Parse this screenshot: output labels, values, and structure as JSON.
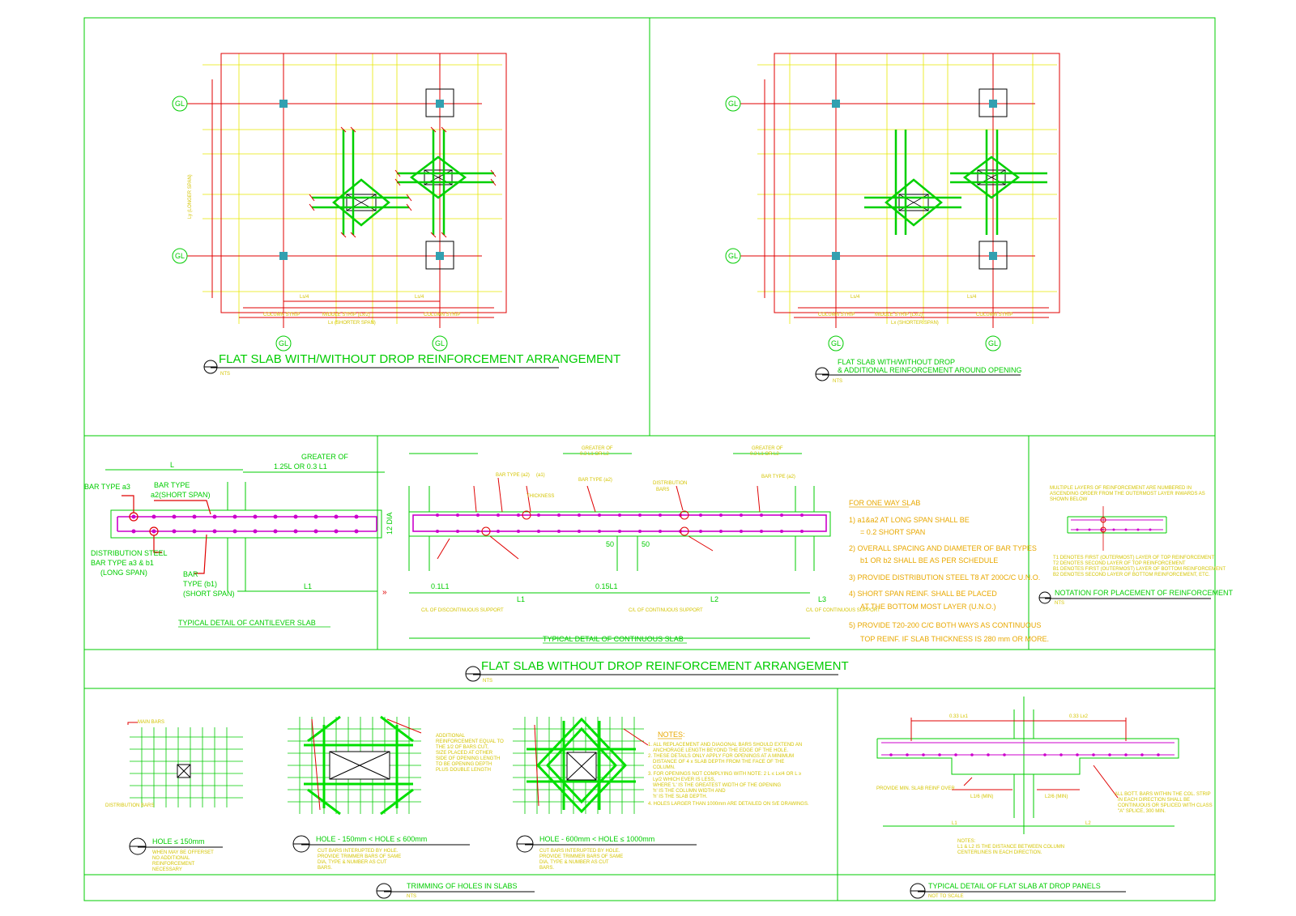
{
  "colors": {
    "frame": "#00cc00",
    "grid": "#e8e800",
    "rebar_red": "#e00000",
    "rebar_green": "#00d000",
    "rebar_magenta": "#cc00cc",
    "column_fill": "#33a0b0",
    "note_text": "#d4c400"
  },
  "panels": {
    "plan1": {
      "title": "FLAT SLAB WITH/WITHOUT DROP REINFORCEMENT ARRANGEMENT",
      "scale": "NTS",
      "gridline": "GL",
      "dim_quarter": "Ls/4",
      "column_strip": "COLUMN STRIP",
      "middle_strip": "MIDDLE STRIP (Lx/2)",
      "lx_span": "Lx (SHORTER SPAN)",
      "ly_span": "Ly (LONGER SPAN)"
    },
    "plan2": {
      "title_line1": "FLAT SLAB WITH/WITHOUT DROP",
      "title_line2": "& ADDITIONAL REINFORCEMENT AROUND OPENING",
      "scale": "NTS",
      "gridline": "GL",
      "dim_quarter": "Ls/4",
      "column_strip": "COLUMN STRIP",
      "middle_strip": "MIDDLE STRIP (Lx/2)",
      "lx_span": "Lx (SHORTER SPAN)"
    },
    "cantilever": {
      "dim_L": "L",
      "greater_of": "GREATER OF",
      "greater_of_value": "1.25L OR 0.3 L1",
      "bar_type_a3": "BAR TYPE a3",
      "bar_type_label": "BAR TYPE",
      "bar_type_a2": "a2(SHORT SPAN)",
      "dia": "12 DIA",
      "distribution_steel": "DISTRIBUTION STEEL",
      "dist_bar_type": "BAR TYPE a3 & b1",
      "long_span": "(LONG SPAN)",
      "bar": "BAR",
      "type_b1": "TYPE (b1)",
      "short_span": "(SHORT SPAN)",
      "dim_L1": "L1",
      "title": "TYPICAL DETAIL OF CANTILEVER SLAB"
    },
    "continuous": {
      "greater_of": "GREATER OF",
      "greater_of_value": "0.3 L1 OR L2",
      "dim_L1": "L1",
      "dim_L2": "L2",
      "dim_L3": "L3",
      "dim_01L1": "0.1L1",
      "dim_015L1": "0.15L1",
      "dim_50": "50",
      "bar_type_a2": "BAR TYPE (a2)",
      "bar_type_a1": "(a1)",
      "distribution": "DISTRIBUTION",
      "bars": "BARS",
      "thickness": "THICKNESS",
      "support1": "C/L OF DISCONTINUOUS SUPPORT",
      "support2": "C/L OF CONTINUOUS SUPPORT",
      "support3": "C/L OF CONTINUOUS SUPPORT",
      "title": "TYPICAL DETAIL OF CONTINUOUS SLAB"
    },
    "notes_one_way": {
      "heading": "FOR ONE WAY SLAB",
      "items": [
        "1) a1&a2 AT LONG SPAN SHALL BE",
        "= 0.2 SHORT SPAN",
        "2) OVERALL SPACING AND DIAMETER OF BAR TYPES",
        "b1 OR b2 SHALL BE AS PER SCHEDULE",
        "3) PROVIDE DISTRIBUTION STEEL T8 AT 200C/C U.N.O.",
        "4) SHORT SPAN REINF. SHALL BE PLACED",
        "AT THE BOTTOM MOST LAYER (U.N.O.)",
        "5) PROVIDE T20-200 C/C BOTH WAYS AS CONTINUOUS",
        "TOP REINF. IF SLAB THICKNESS IS 280 mm OR MORE."
      ]
    },
    "notation": {
      "intro": [
        "MULTIPLE LAYERS OF REINFORCEMENT ARE NUMBERED IN",
        "ASCENDING ORDER FROM THE OUTERMOST LAYER INWARDS AS",
        "SHOWN BELOW"
      ],
      "legend": [
        "T1 DENOTES FIRST (OUTERMOST) LAYER OF TOP REINFORCEMENT",
        "T2 DENOTES SECOND LAYER OF TOP REINFORCEMENT",
        "B1 DENOTES FIRST (OUTERMOST) LAYER OF BOTTOM REINFORCEMENT",
        "B2 DENOTES SECOND LAYER OF BOTTOM REINFORCEMENT, ETC."
      ],
      "title": "NOTATION FOR PLACEMENT OF REINFORCEMENT",
      "scale": "NTS"
    },
    "band_title": "FLAT SLAB WITHOUT DROP REINFORCEMENT ARRANGEMENT",
    "band_scale": "NTS",
    "holes": {
      "hole1_title": "HOLE ≤ 150mm",
      "hole1_note": [
        "WHEN MAY BE OFFERSET",
        "NO ADDITIONAL",
        "REINFORCEMENT",
        "NECESSARY"
      ],
      "hole1_label": "MAIN BARS",
      "hole1_dist": "DISTRIBUTION BARS",
      "hole2_title": "HOLE - 150mm < HOLE ≤ 600mm",
      "hole2_note": [
        "CUT BARS INTERUPTED BY HOLE.",
        "PROVIDE TRIMMER BARS OF SAME",
        "DIA, TYPE & NUMBER AS CUT",
        "BARS."
      ],
      "hole2_side": [
        "ADDITIONAL",
        "REINFORCEMENT EQUAL TO",
        "THE 1/2 OF BARS CUT,",
        "SIZE PLACED AT OTHER",
        "SIDE OF OPENING LENGTH",
        "TO BE OPENING DEPTH",
        "PLUS DOUBLE LENGTH"
      ],
      "hole3_title": "HOLE - 600mm < HOLE ≤ 1000mm",
      "hole3_note": [
        "CUT BARS INTERUPTED BY HOLE.",
        "PROVIDE TRIMMER BARS OF SAME",
        "DIA, TYPE & NUMBER AS CUT",
        "BARS."
      ],
      "notes_heading": "NOTES:",
      "notes": [
        "1. ALL REPLACEMENT AND DIAGONAL BARS SHOULD EXTEND AN",
        "ANCHORAGE LENGTH BEYOND THE EDGE OF THE HOLE.",
        "2. THESE DETAILS ONLY APPLY FOR OPENINGS AT A MINIMUM",
        "DISTANCE OF 4 x SLAB DEPTH FROM THE FACE OF THE",
        "COLUMN.",
        "3. FOR OPENINGS NOT COMPLYING WITH NOTE: 2 L ≤ Lx/4 OR L ≥",
        "Ly/2 WHICH EVER IS LESS,",
        "WHERE 'L' IS THE GREATEST WIDTH OF THE OPENING",
        "'h' IS THE COLUMN WIDTH AND",
        "'h' IS THE SLAB DEPTH.",
        "4. HOLES LARGER THAN 1000mm ARE DETAILED ON S/E DRAWINGS."
      ],
      "title": "TRIMMING OF HOLES IN SLABS",
      "scale": "NTS"
    },
    "drop_panels": {
      "dim_left": "0.33 Lx1",
      "dim_right": "0.33 Lx2",
      "drop_left": "L1/6 (MIN)",
      "drop_right": "L2/6 (MIN)",
      "provide_note": "PROVIDE MIN. SLAB REINF OVER",
      "right_note": [
        "ALL BOTT. BARS WITHIN THE COL. STRIP",
        "IN EACH DIRECTION SHALL BE",
        "CONTINUOUS OR SPLICED WITH CLASS",
        "\"A\" SPLICE, 300 MIN."
      ],
      "l1": "L1",
      "l2": "L2",
      "notes": [
        "NOTES:",
        "L1 & L2 IS THE DISTANCE BETWEEN COLUMN",
        "CENTERLINES IN EACH DIRECTION."
      ],
      "title": "TYPICAL DETAIL OF FLAT SLAB AT DROP PANELS",
      "scale": "NOT TO SCALE"
    }
  }
}
